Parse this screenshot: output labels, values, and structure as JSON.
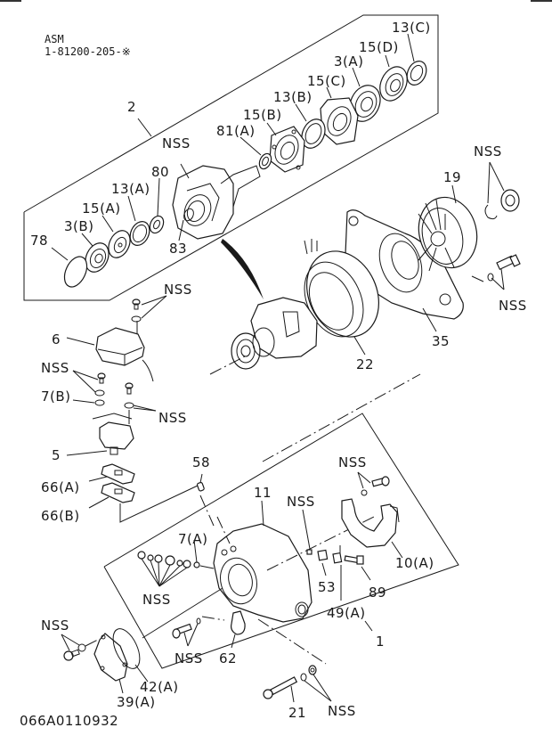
{
  "header": {
    "asm_label": "ASM",
    "part_number": "1-81200-205-※"
  },
  "footer": {
    "drawing_id": "066A0110932"
  },
  "callouts": {
    "c2": "2",
    "c13C": "13(C)",
    "c15D": "15(D)",
    "c3A": "3(A)",
    "c15C": "15(C)",
    "c13B": "13(B)",
    "c15B": "15(B)",
    "c81A": "81(A)",
    "nss_rotor": "NSS",
    "c80": "80",
    "c13A": "13(A)",
    "c15A": "15(A)",
    "c3B": "3(B)",
    "c78": "78",
    "c83": "83",
    "nss_fan": "NSS",
    "c19": "19",
    "nss_bolt_right": "NSS",
    "c35": "35",
    "c22": "22",
    "nss_reg_top": "NSS",
    "c6": "6",
    "nss_reg_left": "NSS",
    "c7B": "7(B)",
    "nss_reg_right": "NSS",
    "c5": "5",
    "c66A": "66(A)",
    "c66B": "66(B)",
    "c58": "58",
    "c11": "11",
    "nss_frame_top": "NSS",
    "nss_shield_bolt": "NSS",
    "c10A": "10(A)",
    "c7A": "7(A)",
    "nss_terminal": "NSS",
    "c53": "53",
    "c89": "89",
    "c49A": "49(A)",
    "c1": "1",
    "nss_cover": "NSS",
    "nss_clamp": "NSS",
    "c62": "62",
    "c42A": "42(A)",
    "c39A": "39(A)",
    "c21": "21",
    "nss_throughbolt": "NSS"
  }
}
